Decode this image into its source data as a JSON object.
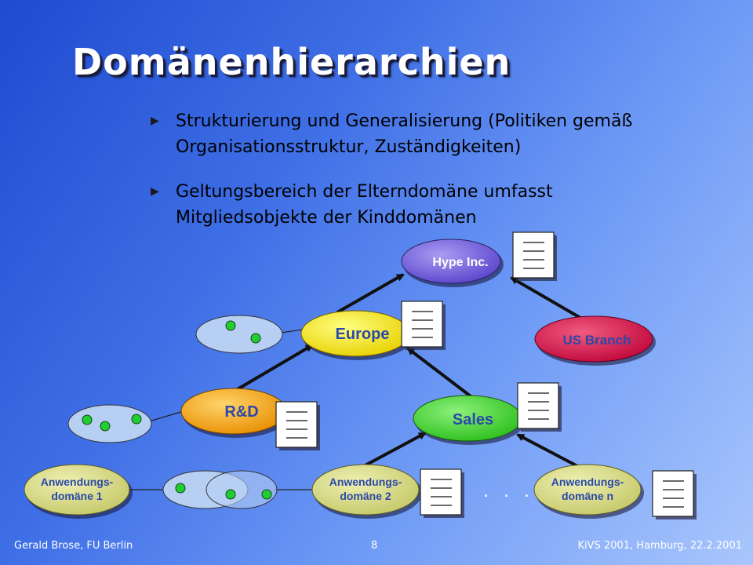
{
  "title": "Domänenhierarchien",
  "bullets": [
    "Strukturierung und Generalisierung (Politiken gemäß Organisationsstruktur, Zuständigkeiten)",
    "Geltungsbereich der Elterndomäne umfasst Mitgliedsobjekte der Kinddomänen"
  ],
  "nodes": {
    "hype": "Hype Inc.",
    "europe": "Europe",
    "us_branch": "US Branch",
    "rnd": "R&D",
    "sales": "Sales",
    "app1_line1": "Anwendungs-",
    "app1_line2": "domäne 1",
    "app2_line1": "Anwendungs-",
    "app2_line2": "domäne 2",
    "appn_line1": "Anwendungs-",
    "appn_line2": "domäne n"
  },
  "ellipsis": ". . .",
  "footer": {
    "left": "Gerald Brose, FU Berlin",
    "page": "8",
    "right": "KiVS 2001, Hamburg, 22.2.2001"
  },
  "colors": {
    "hype": "#6a55d8",
    "europe": "#f1e316",
    "us_branch": "#d3124a",
    "rnd": "#f0a414",
    "sales": "#3fd22e",
    "app": "#d9dc86",
    "member_dot": "#22cc33"
  }
}
